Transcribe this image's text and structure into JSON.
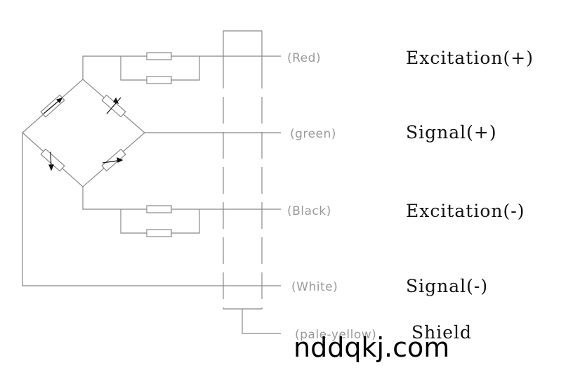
{
  "terminals": [
    {
      "wire_color": "(Red)",
      "signal": "Excitation(+)"
    },
    {
      "wire_color": "(green)",
      "signal": "Signal(+)"
    },
    {
      "wire_color": "(Black)",
      "signal": "Excitation(-)"
    },
    {
      "wire_color": "(White)",
      "signal": "Signal(-)"
    },
    {
      "wire_color": "(pale-yellow)",
      "signal": "Shield"
    }
  ],
  "watermark": "nddqkj.com",
  "colors": {
    "wire": "#888888",
    "label_gray": "#9a9a9a",
    "text_dark": "#111111"
  }
}
